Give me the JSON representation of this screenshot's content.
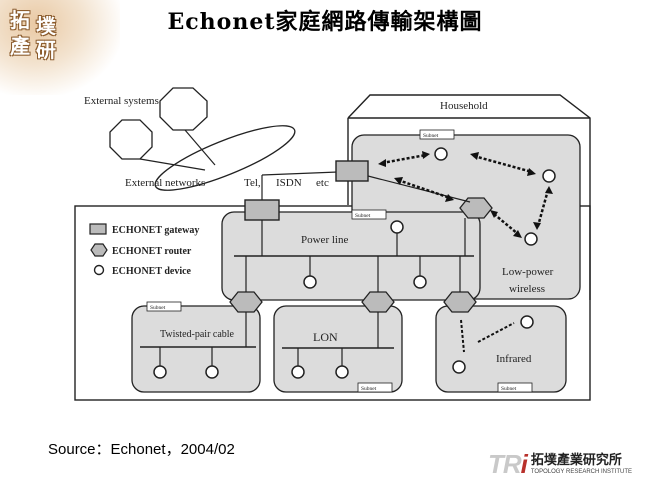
{
  "title": "Echonet家庭網路傳輸架構圖",
  "corner_logo": {
    "chars": [
      "拓",
      "墣",
      "產",
      "研"
    ]
  },
  "diagram": {
    "external_systems": "External systems",
    "external_networks": "External networks",
    "tel": "Tel,",
    "isdn": "ISDN",
    "etc": "etc",
    "household": "Household",
    "power_line": "Power line",
    "low_power_wireless_1": "Low-power",
    "low_power_wireless_2": "wireless",
    "twisted_pair": "Twisted-pair cable",
    "lon": "LON",
    "infrared": "Infrared",
    "subnet": "Subnet",
    "legend": {
      "gateway": "ECHONET gateway",
      "router": "ECHONET router",
      "device": "ECHONET device"
    }
  },
  "source": "Source：Echonet，2004/02",
  "footer": {
    "mark_prefix": "TR",
    "mark_suffix": "i",
    "name_zh": "拓墣產業研究所",
    "name_en": "TOPOLOGY RESEARCH INSTITUTE",
    "accent_color": "#b8302b"
  }
}
